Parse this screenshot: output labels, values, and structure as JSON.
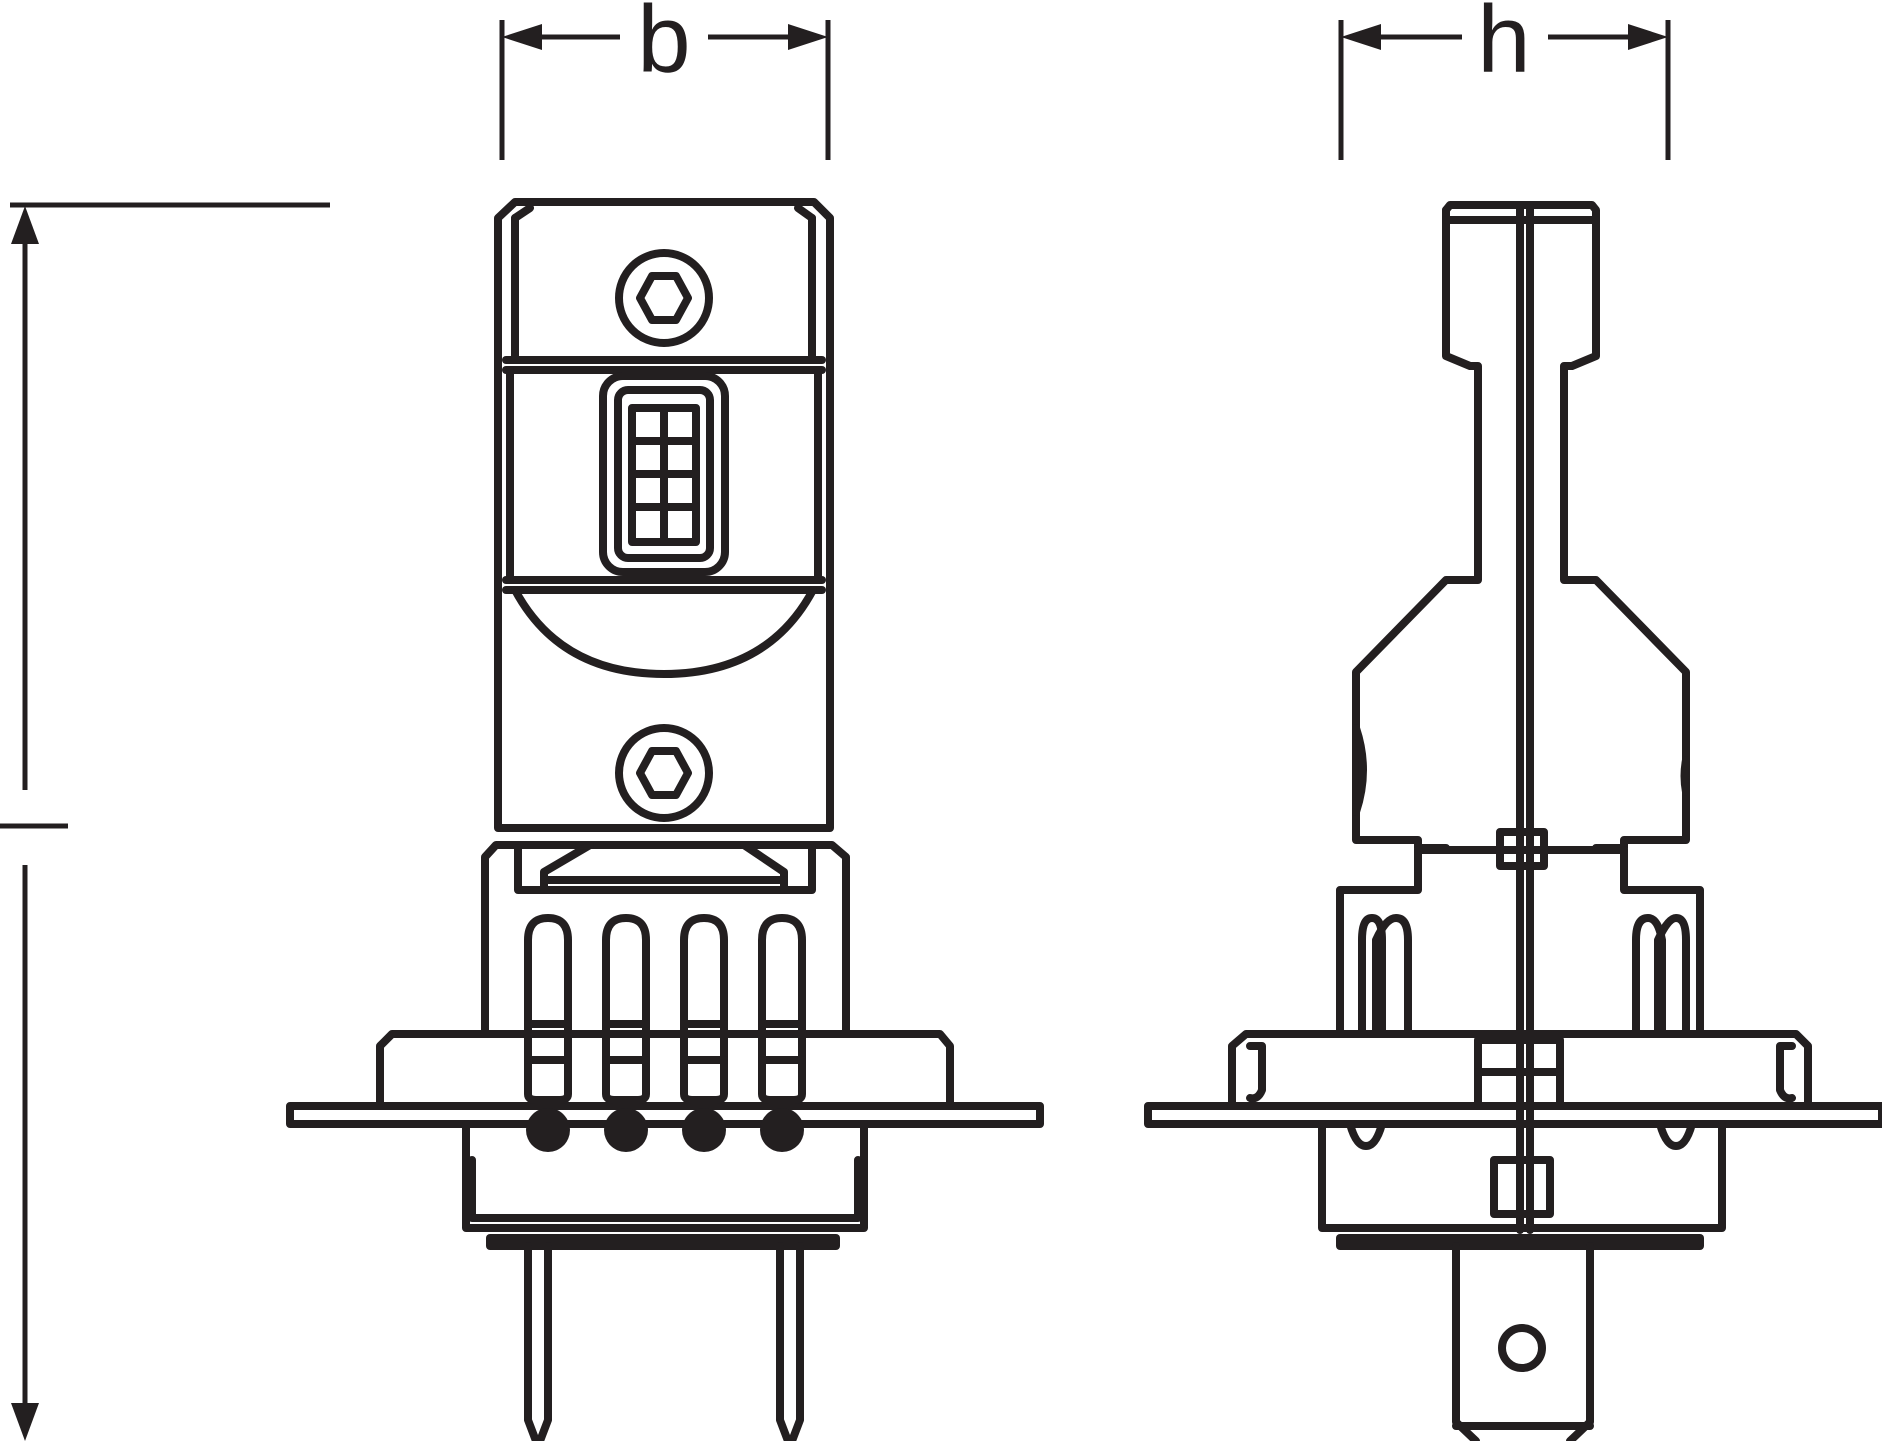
{
  "dimensions": {
    "width_label": "b",
    "depth_label": "h"
  },
  "views": [
    "front",
    "side"
  ],
  "colors": {
    "line": "#231f20",
    "background": "#ffffff"
  }
}
